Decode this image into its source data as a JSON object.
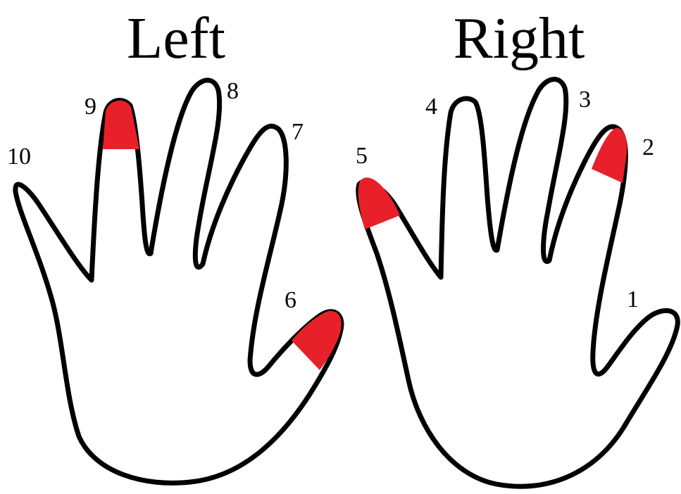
{
  "titles": {
    "left": "Left",
    "right": "Right"
  },
  "colors": {
    "outline": "#000000",
    "marked_fingertip": "#e8202a",
    "background": "#ffffff"
  },
  "hands": {
    "left": {
      "fingers": [
        {
          "number": "10",
          "marked": false
        },
        {
          "number": "9",
          "marked": true
        },
        {
          "number": "8",
          "marked": false
        },
        {
          "number": "7",
          "marked": false
        },
        {
          "number": "6",
          "marked": true
        }
      ]
    },
    "right": {
      "fingers": [
        {
          "number": "5",
          "marked": true
        },
        {
          "number": "4",
          "marked": false
        },
        {
          "number": "3",
          "marked": false
        },
        {
          "number": "2",
          "marked": true
        },
        {
          "number": "1",
          "marked": false
        }
      ]
    }
  }
}
